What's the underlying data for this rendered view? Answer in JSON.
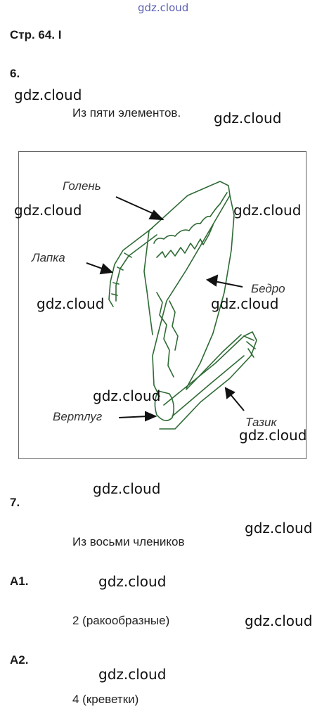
{
  "watermark": "gdz.cloud",
  "page_heading": "Стр. 64. I",
  "task6": {
    "number": "6.",
    "answer": "Из пяти элементов."
  },
  "figure": {
    "labels": {
      "shin": "Голень",
      "foot": "Лапка",
      "femur": "Бедро",
      "trochanter": "Вертлуг",
      "coxa": "Тазик"
    },
    "line_color": "#2f6b35"
  },
  "task7": {
    "number": "7.",
    "answer": "Из восьми члеников"
  },
  "taskA1": {
    "number": "А1.",
    "answer": "2 (ракообразные)"
  },
  "taskA2": {
    "number": "А2.",
    "answer": "4 (креветки)"
  }
}
